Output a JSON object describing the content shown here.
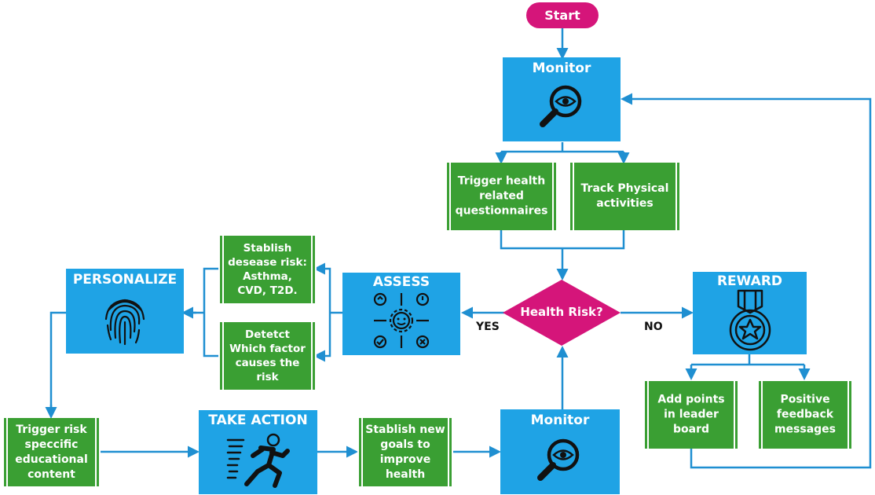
{
  "start": {
    "label": "Start"
  },
  "monitor_top": {
    "title": "Monitor",
    "icon": "magnifier-eye-icon"
  },
  "trigger_questionnaires": {
    "text": "Trigger health\nrelated\nquestionnaires"
  },
  "track_activities": {
    "text": "Track Physical\nactivities"
  },
  "decision": {
    "label": "Health Risk?",
    "yes_label": "YES",
    "no_label": "NO"
  },
  "assess": {
    "title": "ASSESS",
    "icon": "assessment-gear-icon"
  },
  "establish_risk": {
    "text": "Stablish\ndesease risk:\nAsthma,\nCVD, T2D."
  },
  "detect_factor": {
    "text": "Detetct\nWhich factor\ncauses the\nrisk"
  },
  "personalize": {
    "title": "PERSONALIZE",
    "icon": "fingerprint-icon"
  },
  "trigger_educational": {
    "text": "Trigger risk\nspeccific\neducational\ncontent"
  },
  "take_action": {
    "title": "TAKE ACTION",
    "icon": "running-person-icon"
  },
  "new_goals": {
    "text": "Stablish new\ngoals to\nimprove\nhealth"
  },
  "monitor_bottom": {
    "title": "Monitor",
    "icon": "magnifier-eye-icon"
  },
  "reward": {
    "title": "REWARD",
    "icon": "medal-star-icon"
  },
  "leaderboard": {
    "text": "Add points\nin leader\nboard"
  },
  "feedback": {
    "text": "Positive\nfeedback\nmessages"
  },
  "colors": {
    "blue": "#1fa3e5",
    "green": "#3a9f33",
    "magenta": "#d5157a",
    "connector": "#1f8fd1"
  }
}
